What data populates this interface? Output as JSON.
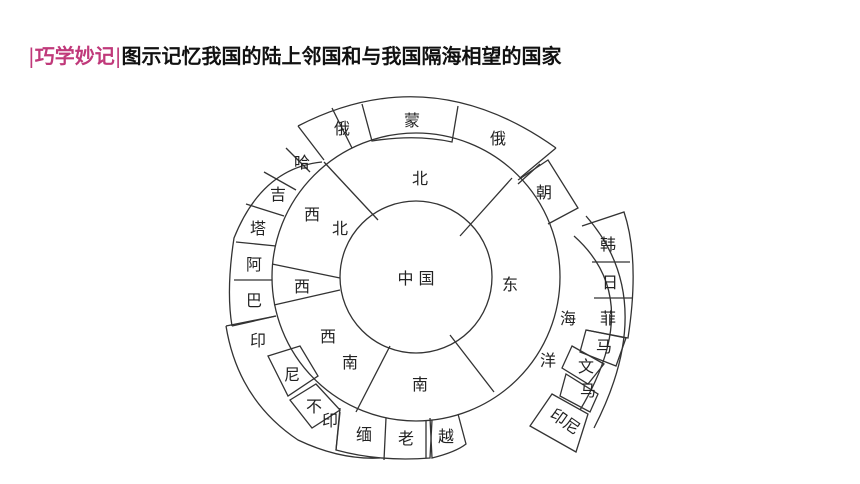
{
  "heading": {
    "bar_left": "|",
    "tag": "巧学妙记",
    "bar_right": "|",
    "title": "图示记忆我国的陆上邻国和与我国隔海相望的国家"
  },
  "colors": {
    "accent": "#c0397a",
    "stroke": "#333333",
    "text": "#222222"
  },
  "diagram": {
    "center": "中 国",
    "regions": {
      "north": "北",
      "east": "东",
      "south": "南",
      "west": "西",
      "northwest_1": "西",
      "northwest_2": "北",
      "southwest_1": "西",
      "southwest_2": "南"
    },
    "land_neighbors": {
      "russia_w": "俄",
      "mongolia": "蒙",
      "russia_e": "俄",
      "korea_north": "朝",
      "kazakhstan": "哈",
      "kyrgyzstan": "吉",
      "tajikistan": "塔",
      "afghanistan": "阿",
      "pakistan": "巴",
      "india": "印",
      "nepal": "尼",
      "bhutan": "不",
      "bhutan_2": "印",
      "myanmar": "缅",
      "laos": "老",
      "vietnam": "越"
    },
    "sea": {
      "char1": "海",
      "char2": "洋"
    },
    "sea_neighbors": {
      "korea_south": "韩",
      "japan": "日",
      "philippines": "菲",
      "malaysia_1": "马",
      "brunei": "文",
      "malaysia_2": "马",
      "indonesia": "印尼"
    }
  }
}
